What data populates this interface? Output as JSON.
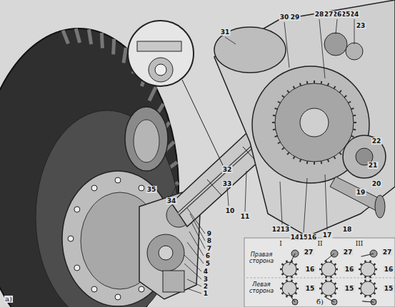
{
  "diagram": {
    "labels": [
      "1",
      "2",
      "3",
      "4",
      "5",
      "6",
      "7",
      "8",
      "9",
      "10",
      "11",
      "12",
      "13",
      "14",
      "15",
      "16",
      "17",
      "18",
      "19",
      "20",
      "21",
      "22",
      "23",
      "24",
      "25",
      "26",
      "27",
      "28",
      "29",
      "30",
      "31",
      "32",
      "33",
      "34",
      "35",
      "I",
      "II",
      "III",
      "Правая сторона",
      "Левая сторона",
      "27",
      "16",
      "27",
      "16",
      "27",
      "16",
      "15",
      "15",
      "15",
      "а)",
      "б)"
    ]
  }
}
